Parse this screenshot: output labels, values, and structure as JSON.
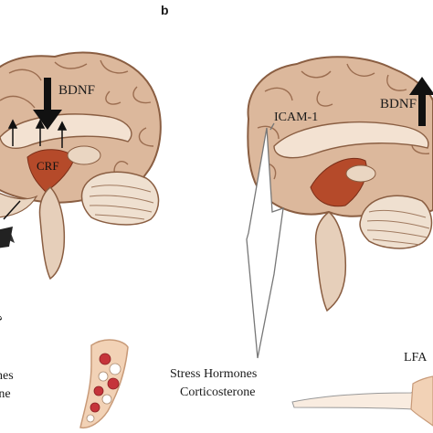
{
  "panel_letter": "b",
  "labels": {
    "bdnf_left": "BDNF",
    "crf": "CRF",
    "response": "esponse",
    "stress_left": "ss Hormones",
    "cort_left": "costerone",
    "bdnf_right": "BDNF",
    "icam": "ICAM-1",
    "lfa": "LFA",
    "stress_right": "Stress Hormones",
    "cort_right": "Corticosterone"
  },
  "colors": {
    "cortex": "#dcb89c",
    "cortex_outline": "#8a5e42",
    "inner": "#f3e2d2",
    "crf_red": "#b54a2a",
    "brainstem": "#e6cfba",
    "vessel": "#f2d2b6",
    "rbc": "#c5343a"
  }
}
